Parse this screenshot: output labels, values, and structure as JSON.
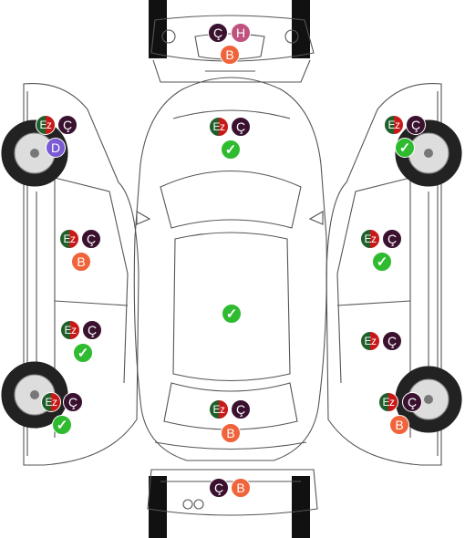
{
  "colors": {
    "ez_left": "#1f5f2a",
    "ez_right": "#c81818",
    "c": "#3a1230",
    "b": "#f0643c",
    "h": "#c0527f",
    "d": "#7b5bd3",
    "ok": "#2fbb2f"
  },
  "zones": {
    "front_bumper": {
      "c": "Ç",
      "h": "H",
      "b": "B"
    },
    "hood": {
      "ez": "Ez",
      "c": "Ç",
      "ok": "✓"
    },
    "roof": {
      "ok": "✓"
    },
    "trunk": {
      "ez": "Ez",
      "c": "Ç",
      "b": "B"
    },
    "rear_bumper": {
      "c": "Ç",
      "b": "B"
    },
    "left_front_fender": {
      "ez": "Ez",
      "c": "Ç",
      "d": "D"
    },
    "left_front_door": {
      "ez": "Ez",
      "c": "Ç",
      "b": "B"
    },
    "left_rear_door": {
      "ez": "Ez",
      "c": "Ç",
      "ok": "✓"
    },
    "left_rear_fender": {
      "ez": "Ez",
      "c": "Ç",
      "ok": "✓"
    },
    "right_front_fender": {
      "ez": "Ez",
      "c": "Ç",
      "ok": "✓"
    },
    "right_front_door": {
      "ez": "Ez",
      "c": "Ç",
      "ok": "✓"
    },
    "right_rear_door": {
      "ez": "Ez",
      "c": "Ç"
    },
    "right_rear_fender": {
      "ez": "Ez",
      "c": "Ç",
      "b": "B"
    }
  }
}
